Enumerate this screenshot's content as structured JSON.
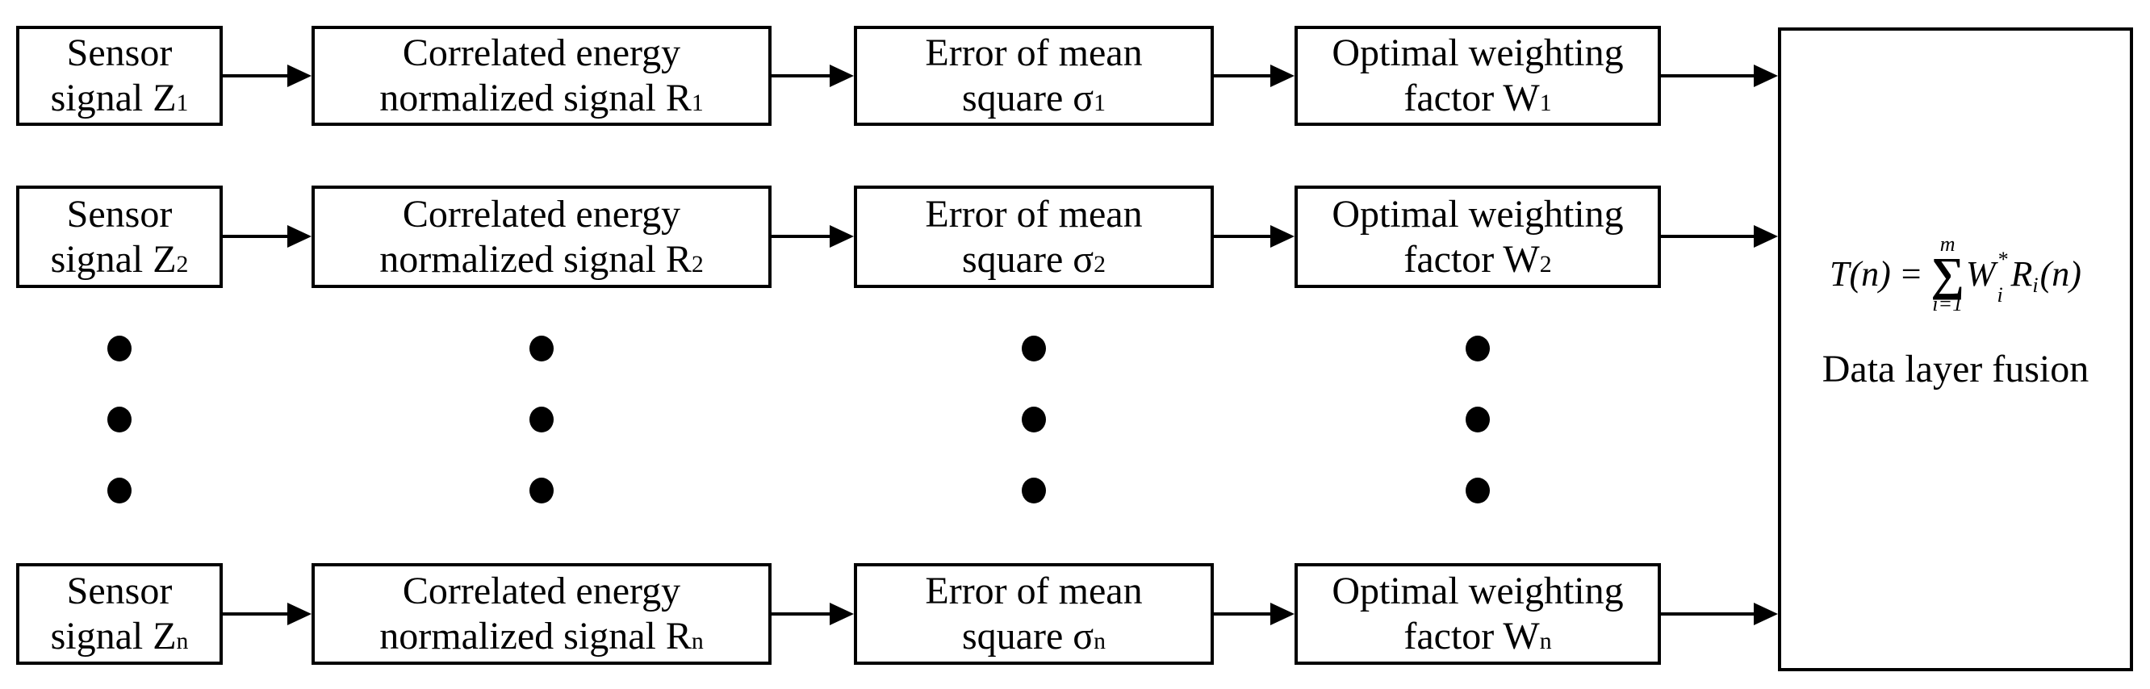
{
  "rows": [
    {
      "id": "1",
      "boxes": [
        {
          "line1": "Sensor",
          "line2": "signal Z",
          "sub": "1"
        },
        {
          "line1": "Correlated energy",
          "line2": "normalized signal R",
          "sub": "1"
        },
        {
          "line1": "Error of mean",
          "line2": "square σ",
          "sub": "1"
        },
        {
          "line1": "Optimal weighting",
          "line2": "factor W",
          "sub": "1"
        }
      ]
    },
    {
      "id": "2",
      "boxes": [
        {
          "line1": "Sensor",
          "line2": "signal Z",
          "sub": "2"
        },
        {
          "line1": "Correlated energy",
          "line2": "normalized signal R",
          "sub": "2"
        },
        {
          "line1": "Error of mean",
          "line2": "square σ",
          "sub": "2"
        },
        {
          "line1": "Optimal weighting",
          "line2": "factor W",
          "sub": "2"
        }
      ]
    },
    {
      "id": "n",
      "boxes": [
        {
          "line1": "Sensor",
          "line2": "signal Z",
          "sub": "n"
        },
        {
          "line1": "Correlated energy",
          "line2": "normalized signal R",
          "sub": "n"
        },
        {
          "line1": "Error of mean",
          "line2": "square σ",
          "sub": "n"
        },
        {
          "line1": "Optimal weighting",
          "line2": "factor W",
          "sub": "n"
        }
      ]
    }
  ],
  "fusion": {
    "formula": {
      "lhs": "T(n)",
      "equals": "=",
      "sum_upper": "m",
      "sum_symbol": "∑",
      "sum_lower": "i=1",
      "w_base": "W",
      "w_sup": "*",
      "w_sub": "i",
      "r_base": "R",
      "r_sub": "i",
      "arg": "(n)"
    },
    "label": "Data layer fusion"
  },
  "colors": {
    "line": "#000000",
    "background": "#ffffff"
  }
}
